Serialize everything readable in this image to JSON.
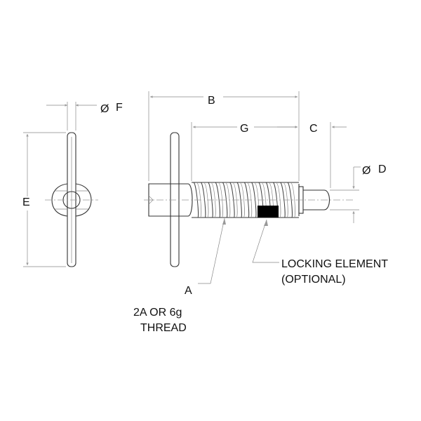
{
  "labels": {
    "dim_F": "F",
    "dim_B": "B",
    "dim_G": "G",
    "dim_C": "C",
    "dim_D": "D",
    "dim_E": "E",
    "dim_A": "A",
    "thread_line1": "2A OR 6g",
    "thread_line2": "THREAD",
    "locking_line1": "LOCKING ELEMENT",
    "locking_line2": "(OPTIONAL)"
  },
  "symbols": {
    "diameter": "Ø"
  },
  "colors": {
    "line": "#333333",
    "dimension": "#888888",
    "locking_element": "#000000",
    "background": "#ffffff"
  }
}
